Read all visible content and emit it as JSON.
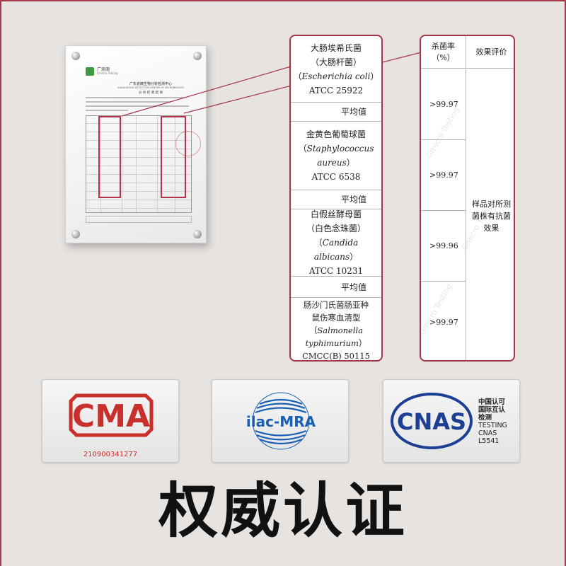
{
  "certificate": {
    "brand_name": "广测测",
    "brand_sub": "Gmicro Testing",
    "heading": "广东省微生物分析检测中心",
    "subheading": "GUANGDONG DETECTION CENTER OF MICROBIOLOGY",
    "subheading2": "分 析 检 测 结 果"
  },
  "left_callout": {
    "organisms": [
      {
        "cn": "大肠埃希氏菌",
        "cn_alt": "（大肠杆菌）",
        "latin_open": "（",
        "latin": "Escherichia coli",
        "latin_close": "）",
        "strain": "ATCC 25922"
      },
      {
        "cn": "金黄色葡萄球菌",
        "cn_alt": "",
        "latin_open": "（",
        "latin": "Staphylococcus aureus",
        "latin_close": "）",
        "strain": "ATCC 6538"
      },
      {
        "cn": "白假丝酵母菌",
        "cn_alt": "（白色念珠菌）",
        "latin_open": "（",
        "latin": "Candida albicans",
        "latin_close": "）",
        "strain": "ATCC 10231"
      },
      {
        "cn": "肠沙门氏菌肠亚种",
        "cn_alt": "鼠伤寒血清型",
        "latin_open": "（",
        "latin": "Salmonella typhimurium",
        "latin_close": "）",
        "strain": "CMCC(B) 50115"
      }
    ],
    "average_label": "平均值"
  },
  "right_callout": {
    "header_rate": "杀菌率（%）",
    "header_eval": "效果评价",
    "rates": [
      ">99.97",
      ">99.97",
      ">99.96",
      ">99.97"
    ],
    "evaluation": "样品对所测菌株有抗菌效果",
    "watermark": "Gmicro Testing"
  },
  "logos": {
    "cma_text": "CMA",
    "cma_number": "210900341277",
    "ilac_text": "ilac-MRA",
    "cnas_text": "CNAS",
    "cnas_side": [
      "中国认可",
      "国际互认",
      "检测",
      "TESTING",
      "CNAS L5541"
    ]
  },
  "title": "权威认证",
  "colors": {
    "accent": "#a8354b",
    "cma_red": "#c9302c",
    "ilac_blue": "#1a5fb4",
    "cnas_blue": "#1c3f94"
  }
}
